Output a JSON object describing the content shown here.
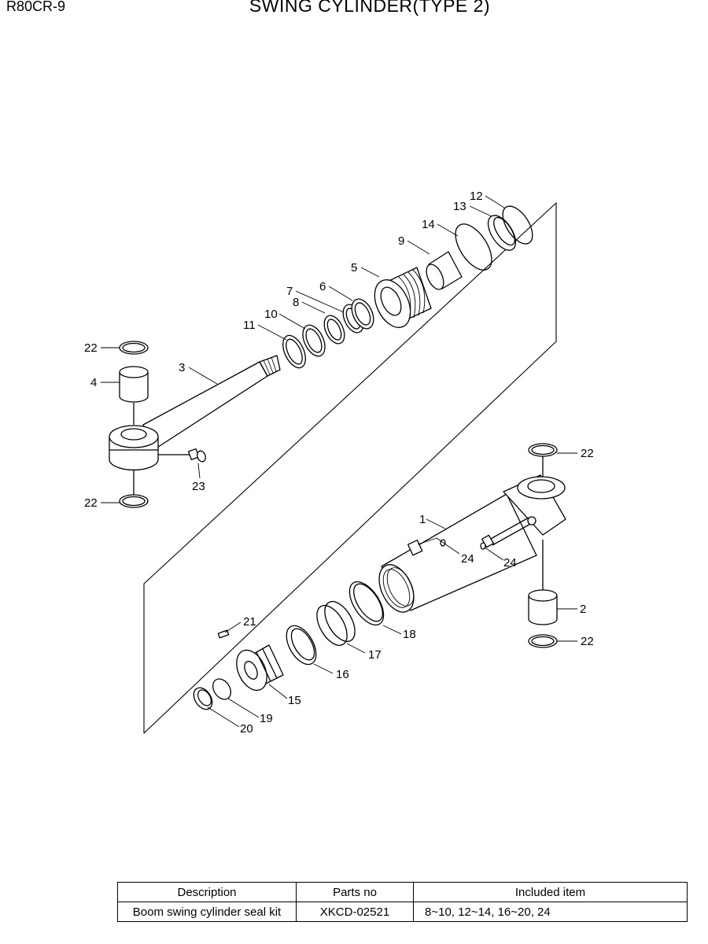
{
  "header": {
    "model": "R80CR-9",
    "title": "SWING CYLINDER(TYPE 2)"
  },
  "callouts": {
    "p1": "1",
    "p2": "2",
    "p3": "3",
    "p4": "4",
    "p5": "5",
    "p6": "6",
    "p7": "7",
    "p8": "8",
    "p9": "9",
    "p10": "10",
    "p11": "11",
    "p12": "12",
    "p13": "13",
    "p14": "14",
    "p15": "15",
    "p16": "16",
    "p17": "17",
    "p18": "18",
    "p19": "19",
    "p20": "20",
    "p21": "21",
    "p22": "22",
    "p23": "23",
    "p24": "24"
  },
  "kit_table": {
    "headers": [
      "Description",
      "Parts no",
      "Included item"
    ],
    "rows": [
      [
        "Boom swing cylinder seal kit",
        "XKCD-02521",
        "8~10, 12~14, 16~20, 24"
      ]
    ]
  }
}
